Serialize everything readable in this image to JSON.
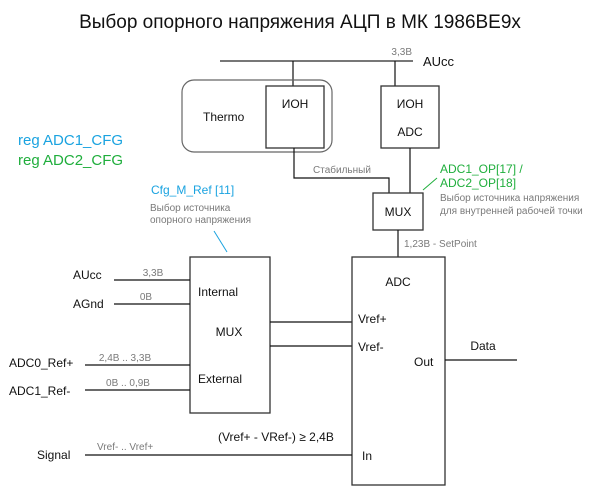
{
  "title": "Выбор опорного напряжения АЦП в МК 1986ВЕ9х",
  "colors": {
    "blue": "#1aa3e0",
    "green": "#1fae3c",
    "gray_text": "#7a7a7a",
    "line": "#111111"
  },
  "registers": {
    "adc1": "reg ADC1_CFG",
    "adc2": "reg ADC2_CFG"
  },
  "power_rail": {
    "label": "AUcc",
    "voltage": "3,3В"
  },
  "thermo": {
    "label": "Thermo",
    "ion_label": "ИОН",
    "output_label": "Стабильный"
  },
  "ion_adc": {
    "line1": "ИОН",
    "line2": "ADC"
  },
  "mux_top": {
    "label": "MUX",
    "control_line1": "ADC1_OP[17] /",
    "control_line2": "ADC2_OP[18]",
    "desc_line1": "Выбор источника напряжения",
    "desc_line2": "для внутренней рабочей точки",
    "output_label": "1,23В - SetPoint"
  },
  "cfg_mref": {
    "label": "Cfg_M_Ref [11]",
    "desc_line1": "Выбор источника",
    "desc_line2": "опорного напряжения"
  },
  "mux_ref": {
    "internal": "Internal",
    "mux": "MUX",
    "external": "External",
    "inputs": [
      {
        "name": "AUcc",
        "voltage": "3,3В"
      },
      {
        "name": "AGnd",
        "voltage": "0В"
      },
      {
        "name": "ADC0_Ref+",
        "voltage": "2,4В .. 3,3В"
      },
      {
        "name": "ADC1_Ref-",
        "voltage": "0В .. 0,9В"
      }
    ]
  },
  "adc": {
    "label": "ADC",
    "vref_plus": "Vref+",
    "vref_minus": "Vref-",
    "out": "Out",
    "in": "In",
    "data_label": "Data"
  },
  "signal": {
    "label": "Signal",
    "range": "Vref- .. Vref+",
    "condition": "(Vref+ - VRef-) ≥ 2,4В"
  }
}
